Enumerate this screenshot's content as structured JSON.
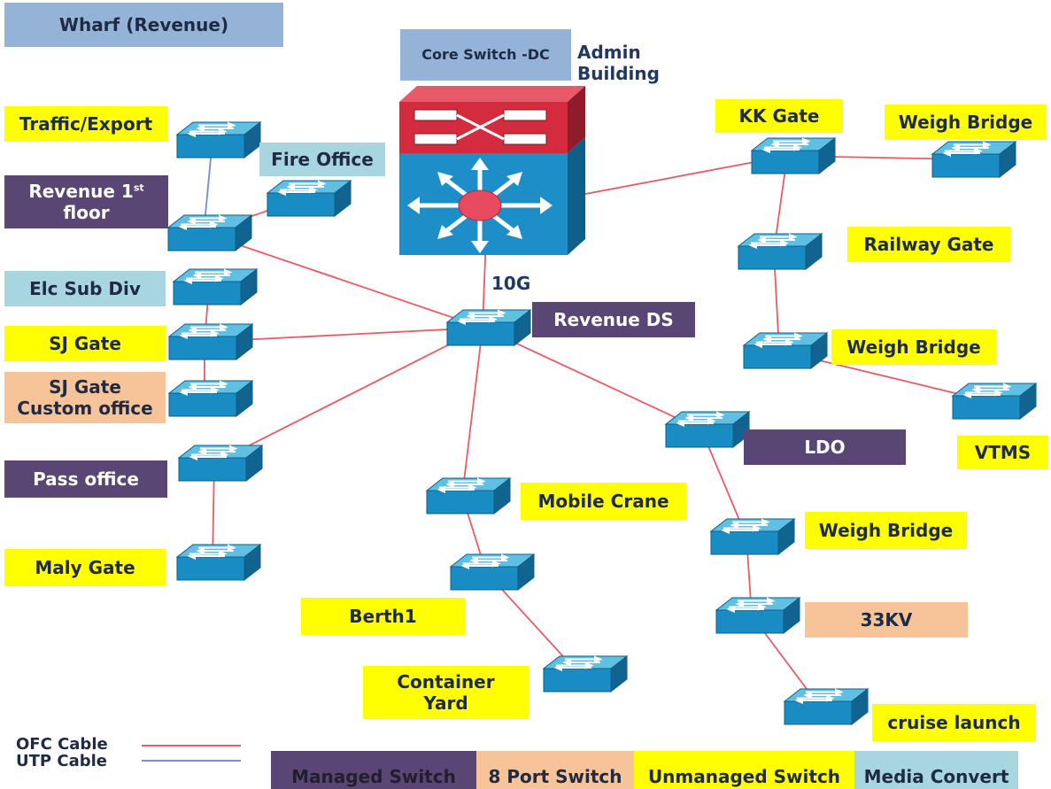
{
  "labels": {
    "wharf": "Wharf (Revenue)",
    "core_switch": "Core Switch  -DC",
    "admin_building_1": "Admin",
    "admin_building_2": "Building",
    "traffic_export": "Traffic/Export",
    "fire_office": "Fire Office",
    "revenue_1st_a": "Revenue 1",
    "revenue_1st_sup": "st",
    "revenue_1st_b": "floor",
    "elc_sub_div": "Elc Sub Div",
    "sj_gate": "SJ Gate",
    "sj_gate_custom_1": "SJ Gate",
    "sj_gate_custom_2": "Custom office",
    "pass_office": "Pass office",
    "maly_gate": "Maly Gate",
    "link_10g": "10G",
    "revenue_ds": "Revenue DS",
    "kk_gate": "KK Gate",
    "weigh_bridge_top": "Weigh Bridge",
    "railway_gate": "Railway Gate",
    "weigh_bridge_mid": "Weigh Bridge",
    "vtms": "VTMS",
    "ldo": "LDO",
    "mobile_crane": "Mobile Crane",
    "weigh_bridge_low": "Weigh Bridge",
    "berth1": "Berth1",
    "kv33": "33KV",
    "container_yard_1": "Container",
    "container_yard_2": "Yard",
    "cruise_launch": "cruise launch"
  },
  "legend": {
    "ofc_cable": "OFC Cable",
    "utp_cable": "UTP Cable",
    "managed_switch": "Managed Switch",
    "port8_switch": "8 Port Switch",
    "unmanaged_switch": "Unmanaged Switch",
    "media_convert": "Media Convert"
  },
  "colors": {
    "ofc": "#ee5a64",
    "utp": "#6f8fcf",
    "managed": "#5a4674",
    "port8": "#f7c49a",
    "unmanaged": "#ffff00",
    "media": "#a8d6e0",
    "switch_top": "#5fc0e4",
    "switch_front": "#1a8cc4",
    "switch_side": "#10648f",
    "core_red": "#d42c3e",
    "core_blue": "#1e8ec9"
  },
  "network": {
    "switches": [
      "sw-traffic",
      "sw-fire",
      "sw-revenue1",
      "sw-elc",
      "sw-sjgate",
      "sw-sjcustom",
      "sw-pass",
      "sw-maly",
      "sw-revenue-ds",
      "sw-mobile-crane",
      "sw-berth1",
      "sw-container",
      "sw-ldo",
      "sw-weigh-low",
      "sw-33kv",
      "sw-cruise",
      "sw-kk",
      "sw-weigh-top",
      "sw-railway",
      "sw-weigh-mid",
      "sw-vtms"
    ],
    "links": [
      {
        "from": "core-switch",
        "to": "sw-revenue-ds",
        "cable": "ofc"
      },
      {
        "from": "core-switch",
        "to": "sw-kk",
        "cable": "ofc"
      },
      {
        "from": "sw-revenue1",
        "to": "sw-revenue-ds",
        "cable": "ofc"
      },
      {
        "from": "sw-revenue1",
        "to": "sw-fire",
        "cable": "ofc"
      },
      {
        "from": "sw-traffic",
        "to": "sw-revenue1",
        "cable": "utp"
      },
      {
        "from": "sw-elc",
        "to": "sw-sjgate",
        "cable": "ofc"
      },
      {
        "from": "sw-sjgate",
        "to": "sw-sjcustom",
        "cable": "ofc"
      },
      {
        "from": "sw-sjgate",
        "to": "sw-revenue-ds",
        "cable": "ofc"
      },
      {
        "from": "sw-pass",
        "to": "sw-revenue-ds",
        "cable": "ofc"
      },
      {
        "from": "sw-pass",
        "to": "sw-maly",
        "cable": "ofc"
      },
      {
        "from": "sw-revenue-ds",
        "to": "sw-mobile-crane",
        "cable": "ofc"
      },
      {
        "from": "sw-mobile-crane",
        "to": "sw-berth1",
        "cable": "ofc"
      },
      {
        "from": "sw-berth1",
        "to": "sw-container",
        "cable": "ofc"
      },
      {
        "from": "sw-revenue-ds",
        "to": "sw-ldo",
        "cable": "ofc"
      },
      {
        "from": "sw-ldo",
        "to": "sw-weigh-low",
        "cable": "ofc"
      },
      {
        "from": "sw-weigh-low",
        "to": "sw-33kv",
        "cable": "ofc"
      },
      {
        "from": "sw-33kv",
        "to": "sw-cruise",
        "cable": "ofc"
      },
      {
        "from": "sw-kk",
        "to": "sw-weigh-top",
        "cable": "ofc"
      },
      {
        "from": "sw-kk",
        "to": "sw-railway",
        "cable": "ofc"
      },
      {
        "from": "sw-railway",
        "to": "sw-weigh-mid",
        "cable": "ofc"
      },
      {
        "from": "sw-weigh-mid",
        "to": "sw-vtms",
        "cable": "ofc"
      }
    ]
  }
}
